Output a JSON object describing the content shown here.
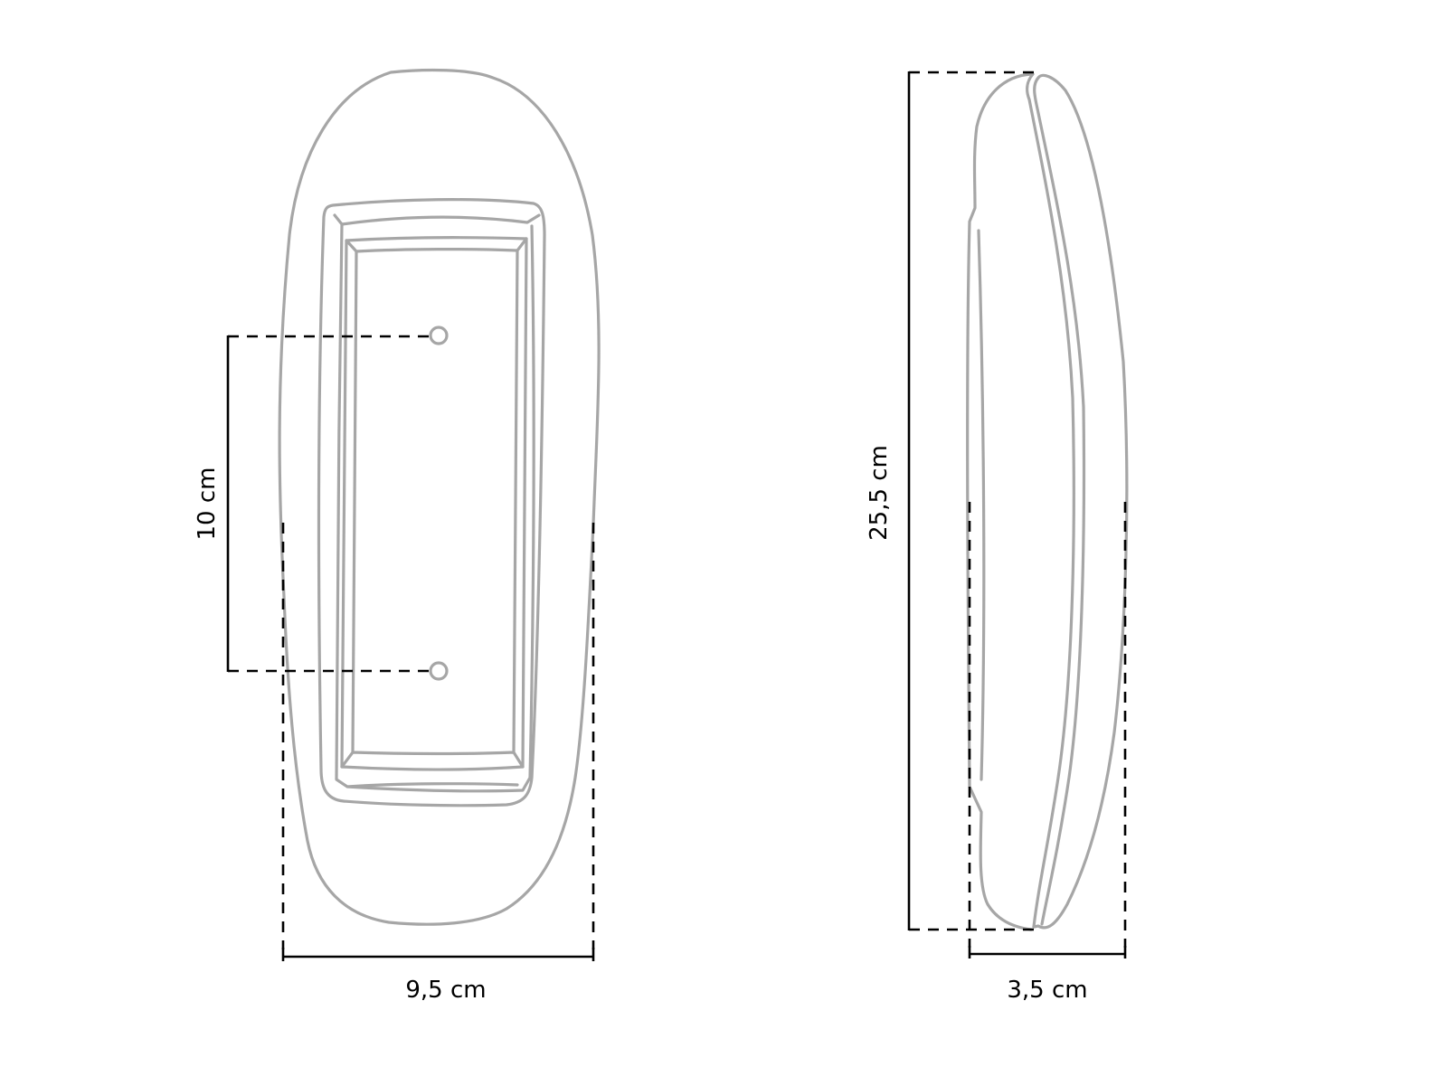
{
  "diagram": {
    "title": "Product dimension drawing",
    "front_view": {
      "hole_spacing_label": "10 cm",
      "width_label": "9,5 cm"
    },
    "side_view": {
      "height_label": "25,5 cm",
      "depth_label": "3,5 cm"
    },
    "colors": {
      "outline": "#a6a6a6",
      "dimension": "#000000"
    }
  }
}
